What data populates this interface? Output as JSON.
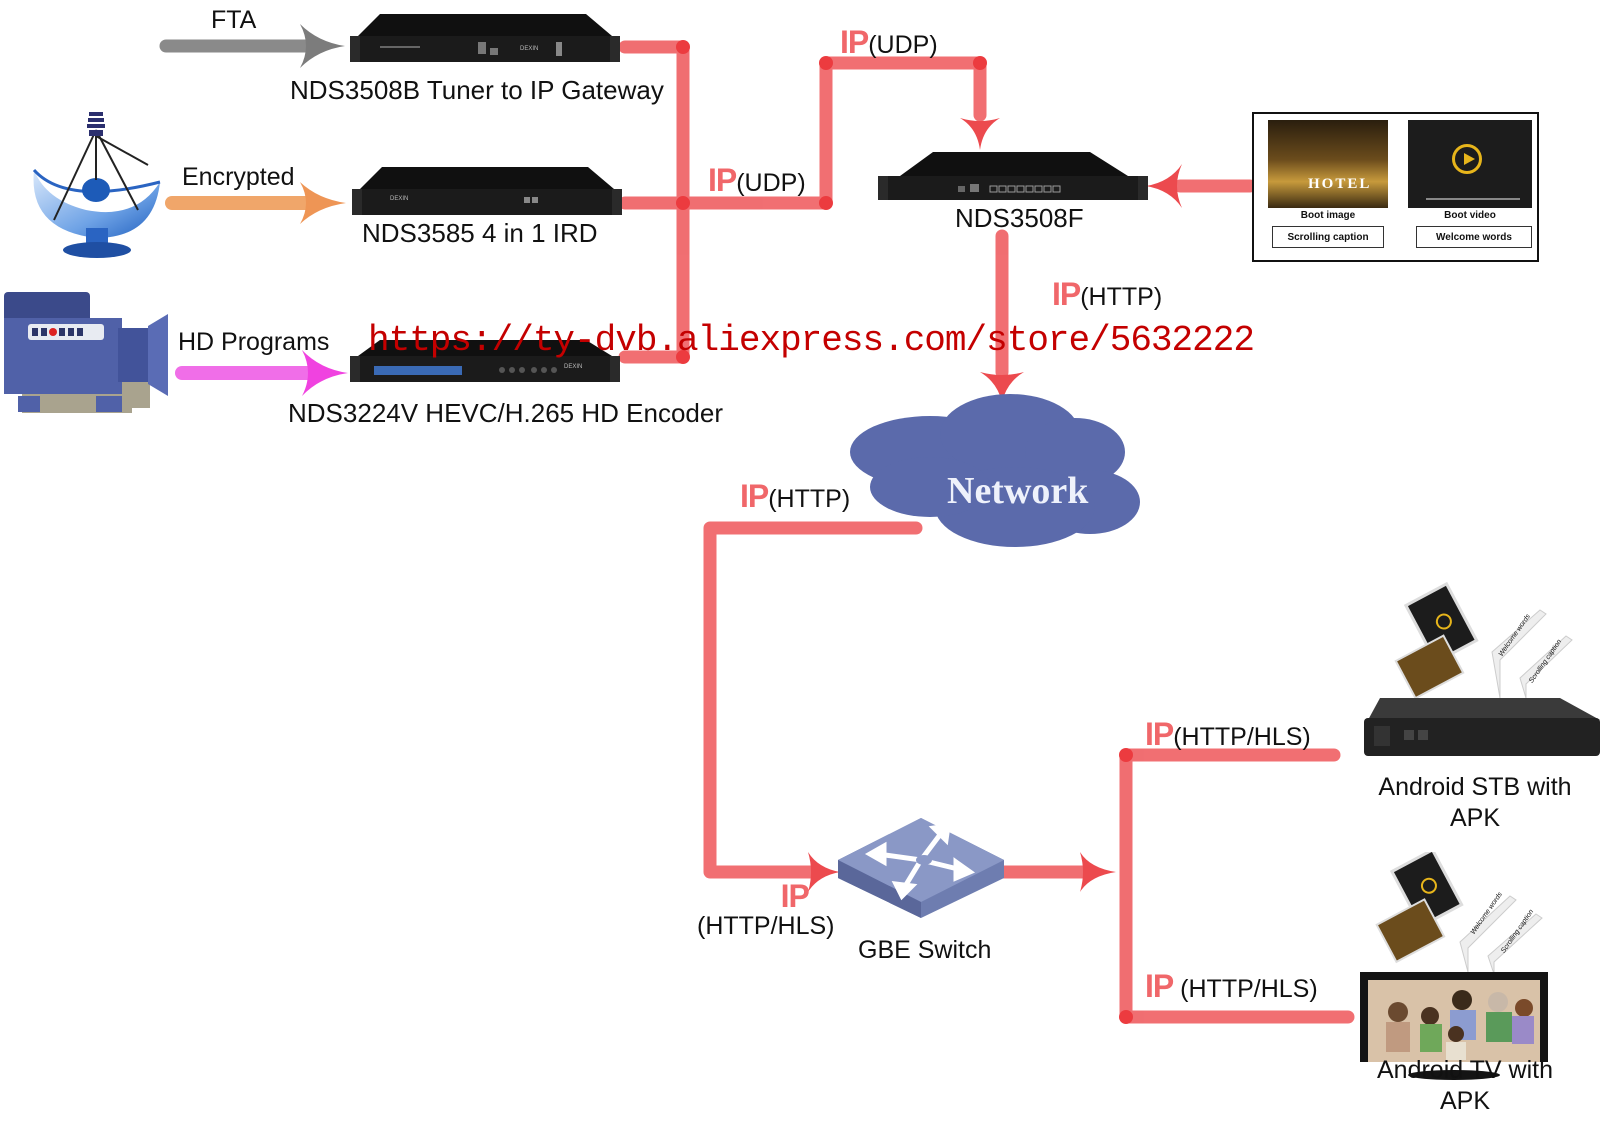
{
  "diagram": {
    "inputs": {
      "fta_label": "FTA",
      "encrypted_label": "Encrypted",
      "hd_programs_label": "HD Programs"
    },
    "devices": {
      "gateway": "NDS3508B Tuner to IP Gateway",
      "ird": "NDS3585 4 in 1 IRD",
      "encoder": "NDS3224V HEVC/H.265 HD Encoder",
      "server": "NDS3508F",
      "network": "Network",
      "switch": "GBE Switch",
      "stb_line1": "Android STB with",
      "stb_line2": "APK",
      "tv_line1": "Android TV with",
      "tv_line2": "APK",
      "device_brand": "DEXIN"
    },
    "links": {
      "ip_prefix": "IP",
      "udp_top": "(UDP)",
      "udp_mid": "(UDP)",
      "http_server": "(HTTP)",
      "http_network": "(HTTP)",
      "hls_switch_in": "(HTTP/HLS)",
      "hls_stb": "(HTTP/HLS)",
      "hls_tv": " (HTTP/HLS)"
    },
    "content_panel": {
      "boot_image": "Boot image",
      "boot_video": "Boot video",
      "scrolling_caption": "Scrolling caption",
      "welcome_words": "Welcome words",
      "hotel_text": "HOTEL"
    },
    "overlay_small": {
      "welcome_words": "Welcome words",
      "scrolling_caption": "Scrolling caption"
    },
    "watermark": "https://ty-dvb.aliexpress.com/store/5632222",
    "colors": {
      "link_red": "#f0676a",
      "fta_gray": "#8a8a8a",
      "encrypted_orange": "#f0a66a",
      "hd_magenta": "#f06ee8",
      "cloud_blue": "#5b6aab",
      "switch_blue": "#7a89b6",
      "watermark_red": "#c40000"
    }
  }
}
